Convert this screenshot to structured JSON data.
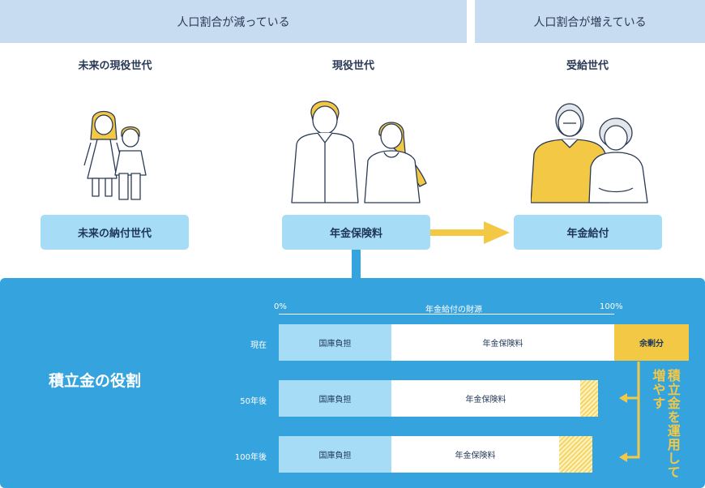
{
  "banners": {
    "decreasing": "人口割合が減っている",
    "increasing": "人口割合が増えている"
  },
  "generations": {
    "future": "未来の現役世代",
    "current": "現役世代",
    "recipient": "受給世代"
  },
  "boxes": {
    "future": "未来の納付世代",
    "premium": "年金保険料",
    "benefit": "年金給付"
  },
  "panel": {
    "title": "積立金の役割",
    "header": "年金給付の財源",
    "tick_start": "0%",
    "tick_end": "100%",
    "side_text": "積立金を運用して増やす"
  },
  "chart_data": {
    "type": "bar",
    "title": "年金給付の財源",
    "categories": [
      "現在",
      "50年後",
      "100年後"
    ],
    "series": [
      {
        "name": "国庫負担",
        "values": [
          33.6,
          33.6,
          33.6
        ]
      },
      {
        "name": "年金保険料",
        "values": [
          66.4,
          56.3,
          50.0
        ]
      },
      {
        "name": "",
        "values": [
          0,
          5.3,
          10.0
        ]
      },
      {
        "name": "余剰分",
        "values": [
          22.3,
          0,
          0
        ]
      }
    ],
    "xlim": [
      0,
      100
    ],
    "unit": "%"
  },
  "colors": {
    "banner": "#c7dcf0",
    "light_blue": "#a6dcf5",
    "panel_blue": "#35a3dd",
    "yellow": "#f3c845"
  }
}
